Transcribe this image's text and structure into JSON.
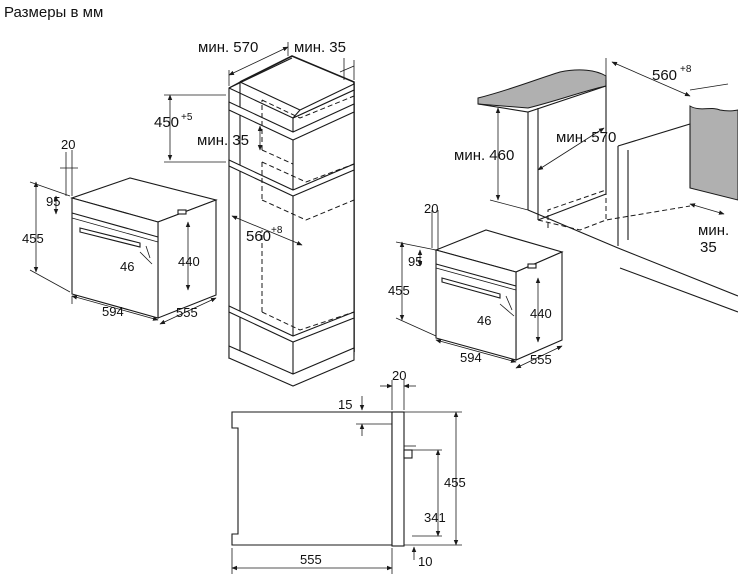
{
  "title": "Размеры в мм",
  "colors": {
    "line": "#1a1a1a",
    "worktop": "#b0b0b0",
    "background": "#ffffff"
  },
  "tall_cabinet": {
    "min_depth": "мин. 570",
    "min_side": "мин. 35",
    "niche_height": "450",
    "niche_height_tol": "+5",
    "min_gap": "мин. 35",
    "niche_width": "560",
    "niche_width_tol": "+8"
  },
  "oven_left": {
    "d_top": "20",
    "d_panel": "95",
    "d_height": "455",
    "d_width": "594",
    "d_depth": "555",
    "d_handle": "46",
    "d_inner": "440"
  },
  "undercounter": {
    "niche_width": "560",
    "niche_width_tol": "+8",
    "min_height": "мин. 460",
    "min_depth": "мин. 570",
    "min_side_a": "мин.",
    "min_side_b": "35"
  },
  "oven_right": {
    "d_top": "20",
    "d_panel": "95",
    "d_height": "455",
    "d_width": "594",
    "d_depth": "555",
    "d_handle": "46",
    "d_inner": "440"
  },
  "side_view": {
    "d_front": "20",
    "d_top": "15",
    "d_height": "455",
    "d_lower": "341",
    "d_bottom": "10",
    "d_depth": "555"
  }
}
